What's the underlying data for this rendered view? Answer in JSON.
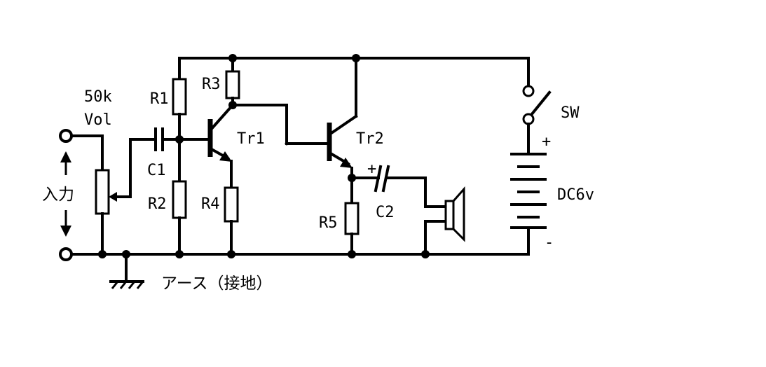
{
  "labels": {
    "vol_value": "50k",
    "vol_name": "Vol",
    "input": "入力",
    "c1": "C1",
    "r1": "R1",
    "r2": "R2",
    "r3": "R3",
    "r4": "R4",
    "r5": "R5",
    "tr1": "Tr1",
    "tr2": "Tr2",
    "c2": "C2",
    "c2_plus": "+",
    "sw": "SW",
    "battery_plus": "+",
    "battery": "DC6v",
    "battery_minus": "-",
    "ground": "アース（接地）"
  }
}
